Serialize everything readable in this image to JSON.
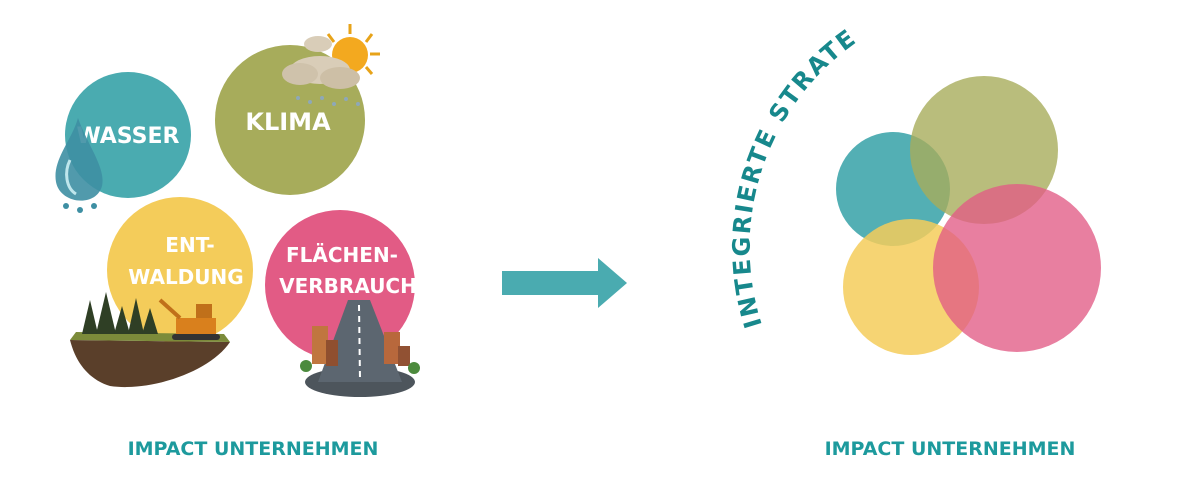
{
  "colors": {
    "teal": "#4aabb0",
    "olive": "#a7ac5b",
    "yellow": "#f4cc5a",
    "pink": "#e25b85",
    "caption": "#1d9a9d",
    "arrow": "#4aabb0"
  },
  "left": {
    "circles": {
      "wasser": {
        "label": "WASSER"
      },
      "klima": {
        "label": "KLIMA"
      },
      "entwaldung": {
        "line1": "ENT-",
        "line2": "WALDUNG"
      },
      "flaechen": {
        "line1": "FLÄCHEN-",
        "line2": "VERBRAUCH"
      }
    },
    "caption": "IMPACT UNTERNEHMEN"
  },
  "right": {
    "arc_text": "INTEGRIERTE STRATEGIE",
    "caption": "IMPACT UNTERNEHMEN"
  },
  "icons": [
    "water-drop-icon",
    "sun-cloud-rain-icon",
    "deforestation-island-icon",
    "city-road-icon",
    "arrow-right-icon"
  ]
}
